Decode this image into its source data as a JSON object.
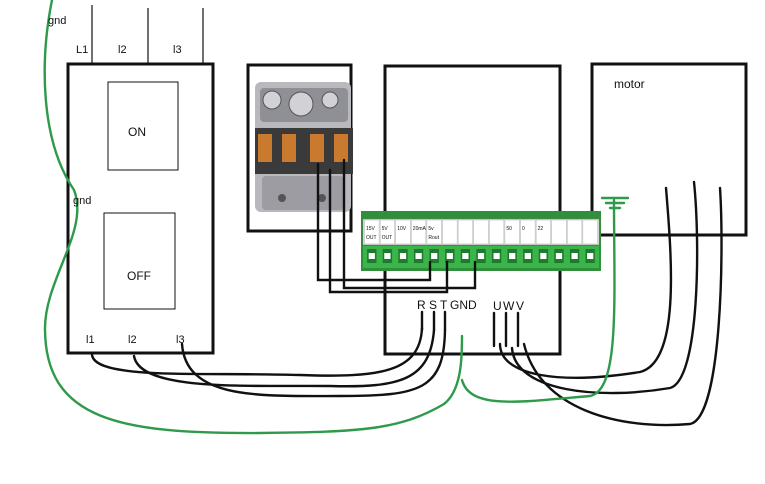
{
  "labels": {
    "gnd_top": "gnd",
    "gnd_mid": "gnd",
    "L1_top": "L1",
    "l2_top": "l2",
    "l3_top": "l3",
    "on": "ON",
    "off": "OFF",
    "l1_bottom": "l1",
    "l2_bottom": "l2",
    "l3_bottom": "l3",
    "motor": "motor",
    "R": "R",
    "S": "S",
    "T": "T",
    "GND": "GND",
    "U": "U",
    "W": "W",
    "V": "V"
  },
  "terminal_labels": [
    "15V",
    "5V",
    "10V",
    "20mA",
    "5v",
    "",
    "",
    "",
    "",
    "50",
    "0",
    "22",
    "",
    "",
    ""
  ],
  "terminal_sublabels": [
    "OUT",
    "OUT",
    "",
    "",
    "Rout",
    "",
    "",
    "",
    "",
    "",
    "",
    "",
    "",
    "",
    ""
  ],
  "colors": {
    "wire_black": "#111111",
    "wire_green": "#2e9a4a",
    "terminal_green": "#3bb54a",
    "terminal_dark": "#1e7a2e"
  }
}
